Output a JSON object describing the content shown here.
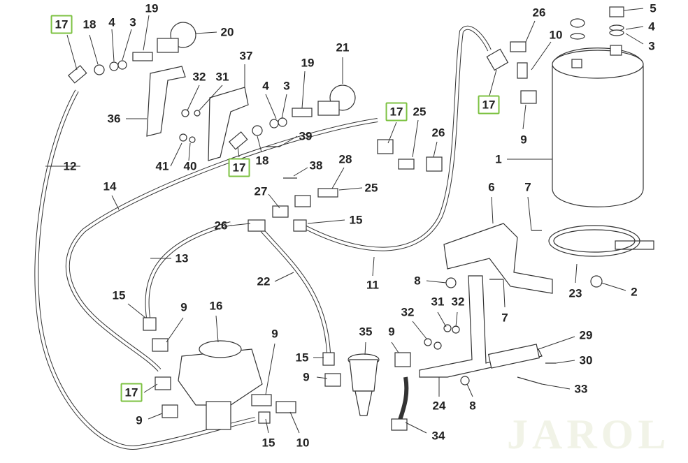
{
  "watermark": "JAROL",
  "highlight_color": "#7dc242",
  "callouts": [
    "17",
    "18",
    "4",
    "3",
    "19",
    "20",
    "37",
    "32",
    "31",
    "36",
    "41",
    "40",
    "21",
    "19",
    "4",
    "3",
    "39",
    "18",
    "17",
    "12",
    "14",
    "13",
    "38",
    "28",
    "25",
    "27",
    "26",
    "15",
    "17",
    "25",
    "26",
    "26",
    "10",
    "17",
    "9",
    "5",
    "4",
    "3",
    "1",
    "6",
    "7",
    "22",
    "11",
    "8",
    "23",
    "2",
    "15",
    "9",
    "16",
    "9",
    "35",
    "9",
    "31",
    "32",
    "32",
    "7",
    "29",
    "30",
    "33",
    "24",
    "8",
    "34",
    "15",
    "9",
    "17",
    "15",
    "10",
    "9"
  ],
  "highlighted_callouts": [
    0,
    18,
    28,
    33,
    64
  ]
}
